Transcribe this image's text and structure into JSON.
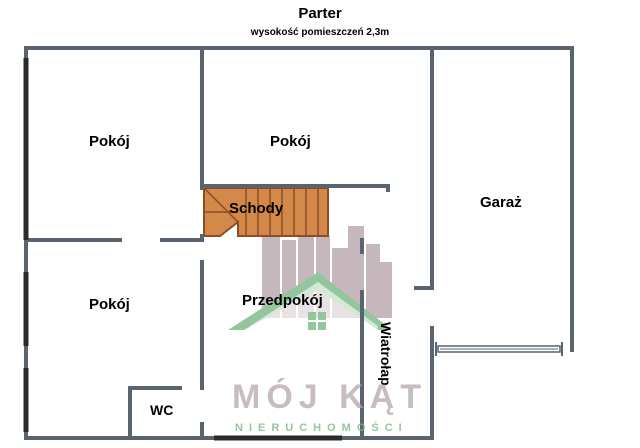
{
  "plan": {
    "title": "Parter",
    "subtitle": "wysokość pomieszczeń 2,3m"
  },
  "rooms": {
    "pokoj_top_left": "Pokój",
    "pokoj_top_center": "Pokój",
    "pokoj_bottom_left": "Pokój",
    "schody": "Schody",
    "przedpokoj": "Przedpokój",
    "garaz": "Garaż",
    "wiatrolap": "Wiatrołap",
    "wc": "WC"
  },
  "watermark": {
    "name": "MÓJ KĄT",
    "sub": "NIERUCHOMOŚCI"
  },
  "colors": {
    "wall": "#5a6470",
    "window": "#2b2b2b",
    "stairs_fill": "#d4894a",
    "stairs_line": "#8a4e22",
    "logo_buildings": "#b8a6ad",
    "logo_roof": "#7ab986"
  }
}
